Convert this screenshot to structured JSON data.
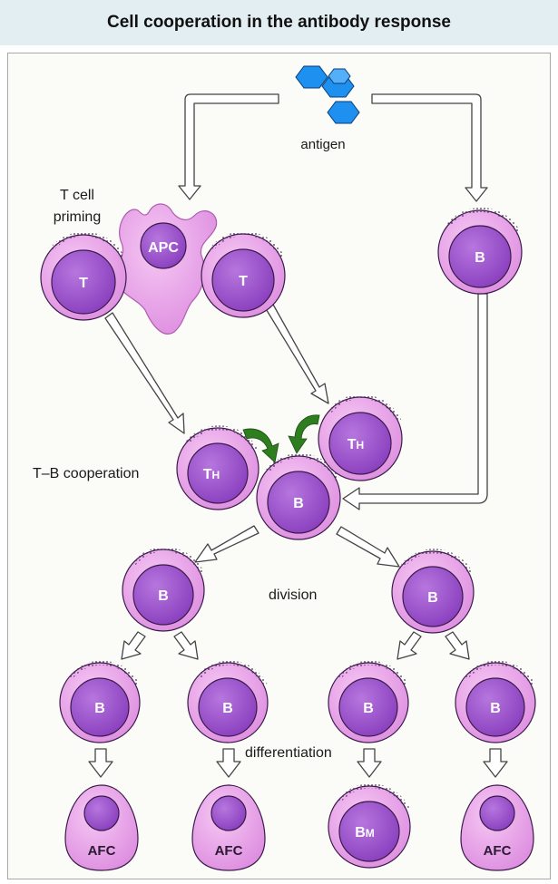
{
  "title": "Cell cooperation in the antibody response",
  "labels": {
    "antigen": "antigen",
    "t_priming_1": "T cell",
    "t_priming_2": "priming",
    "tb_coop": "T–B cooperation",
    "division": "division",
    "differentiation": "differentiation"
  },
  "cells": {
    "apc": "APC",
    "t_left": "T",
    "t_right": "T",
    "b_top": "B",
    "th_left": "T",
    "th_left_sub": "H",
    "th_right": "T",
    "th_right_sub": "H",
    "b_center": "B",
    "b_div_left": "B",
    "b_div_right": "B",
    "b_r1": "B",
    "b_r2": "B",
    "b_r3": "B",
    "b_r4": "B",
    "afc_1": "AFC",
    "afc_2": "AFC",
    "bm": "B",
    "bm_sub": "M",
    "afc_4": "AFC"
  },
  "colors": {
    "membrane": "#e6a0e8",
    "nucleus": "#9a4fcc",
    "antigen": "#1e90f0",
    "green_arrow": "#2e7d1f",
    "header_bg": "#e3eef3"
  }
}
